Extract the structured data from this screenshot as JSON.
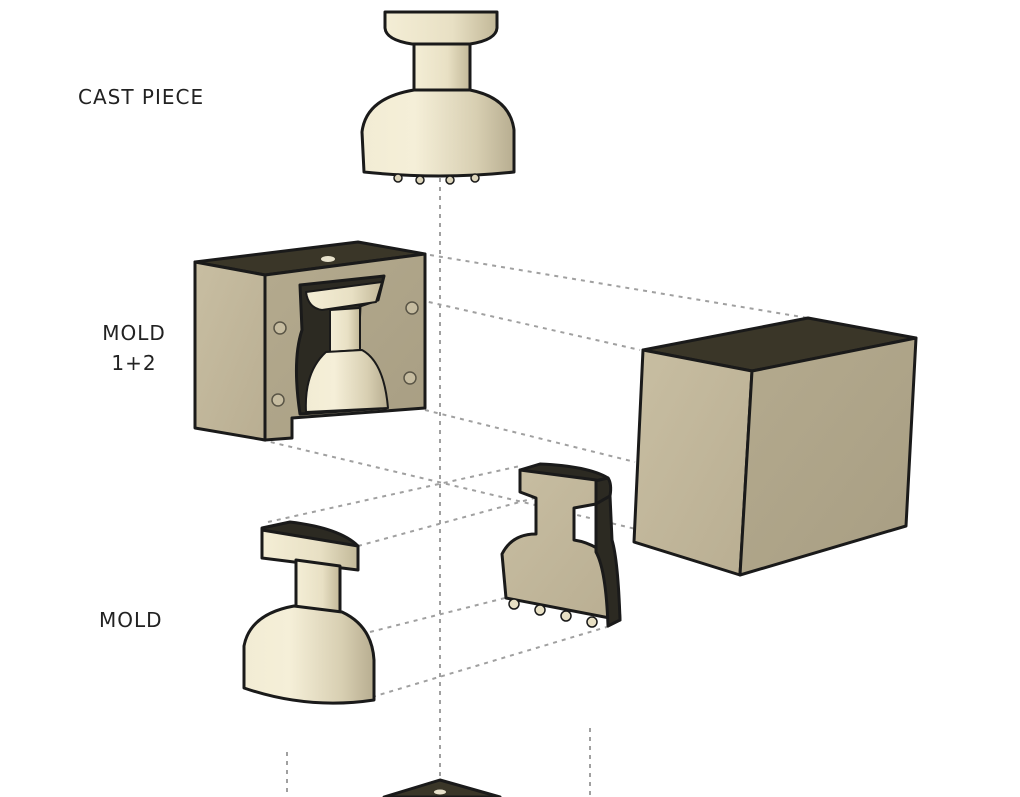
{
  "labels": {
    "cast_piece": "CAST PIECE",
    "mold_1_2_line1": "MOLD",
    "mold_1_2_line2": "1+2",
    "mold": "MOLD"
  },
  "colors": {
    "material": "#c4b99d",
    "material_light": "#f0ead2",
    "material_dark": "#a59b80",
    "top_face": "#3a3628",
    "outline": "#1a1a1a",
    "guide_line": "#a0a0a0"
  },
  "icons": {
    "cast_piece": "mushroom-cast-shape",
    "mold_box_cutaway": "cutaway-box-shape",
    "mold_box_closed": "closed-box-shape",
    "mold_half_left": "mold-half-shape",
    "mold_half_right": "mold-half-shape"
  }
}
